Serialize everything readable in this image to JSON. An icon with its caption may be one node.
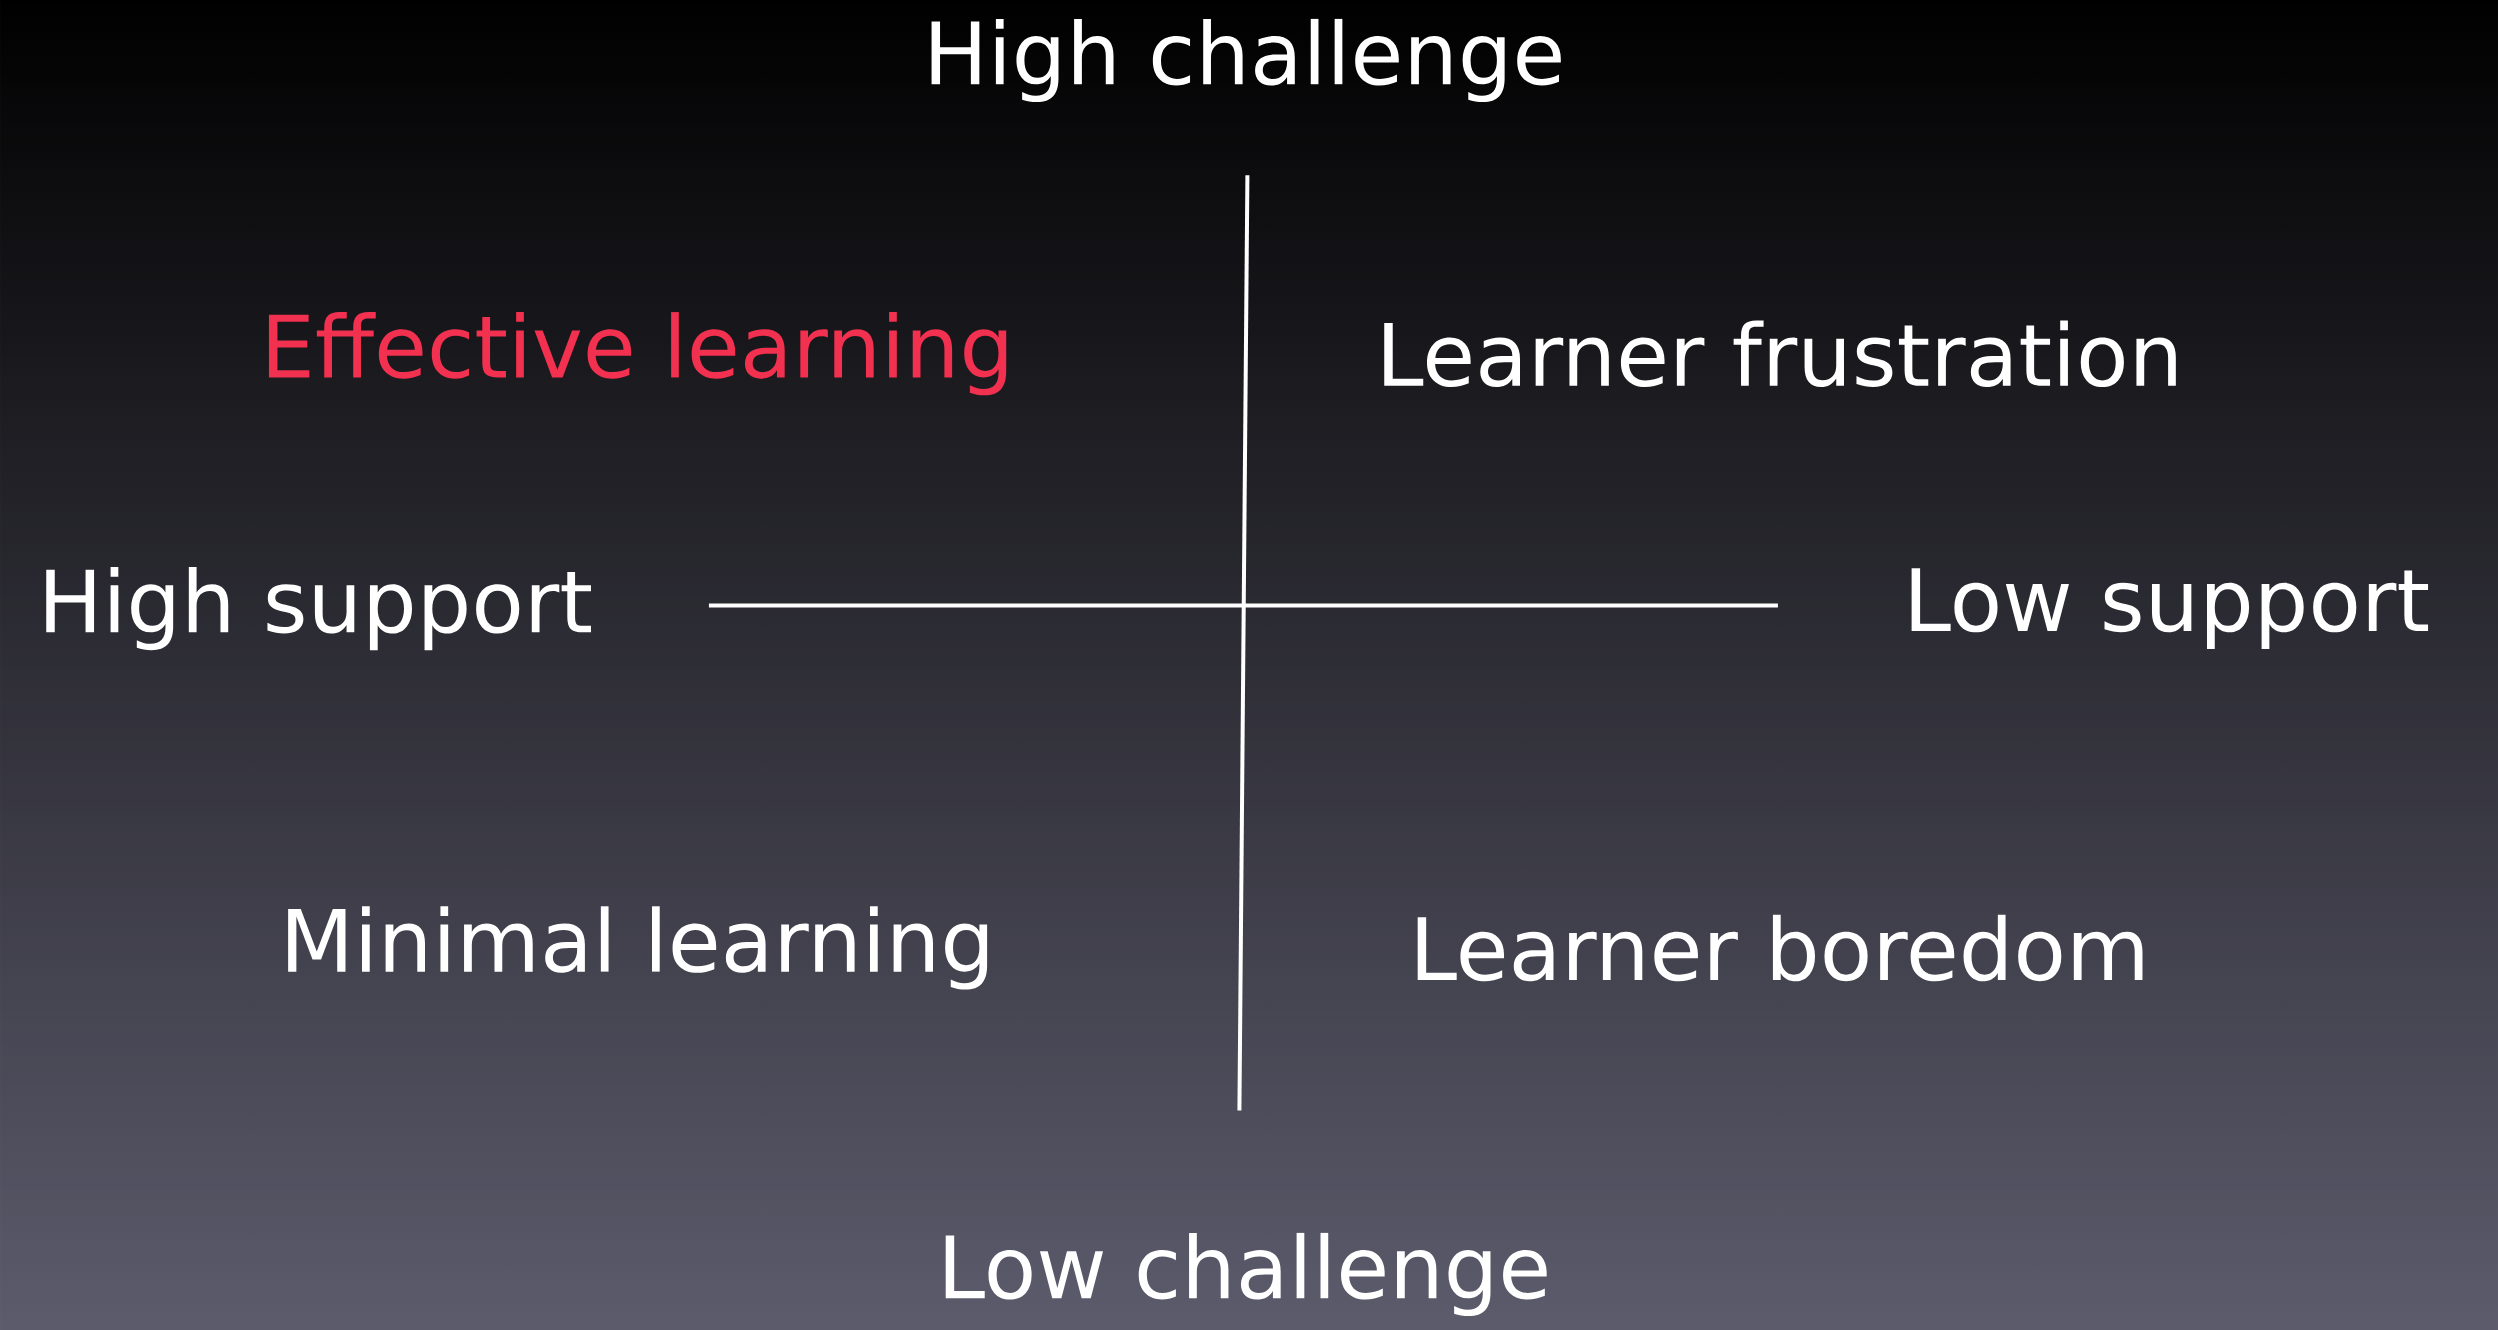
{
  "diagram": {
    "labels": [
      "High challenge",
      "Effective learning",
      "Learner frustration",
      "High support",
      "Low support",
      "Minimal learning",
      "Learner boredom",
      "Low challenge"
    ]
  }
}
